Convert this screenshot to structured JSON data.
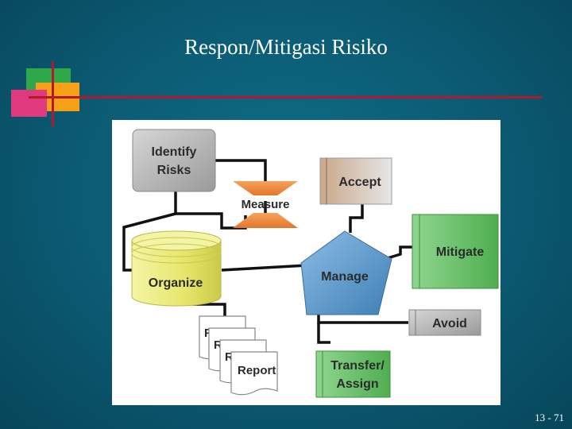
{
  "slide": {
    "title": "Respon/Mitigasi Risiko",
    "number": "13 - 71"
  },
  "diagram": {
    "identify": [
      "Identify",
      "Risks"
    ],
    "measure": "Measure",
    "organize": "Organize",
    "accept": "Accept",
    "manage": "Manage",
    "mitigate": "Mitigate",
    "avoid": "Avoid",
    "transfer": [
      "Transfer/",
      "Assign"
    ],
    "report": "Report",
    "report_back": "Report"
  },
  "colors": {
    "background": "#0b5a72",
    "gray_box": "#b9b9b9",
    "yellow_cylinder": "#eaea7a",
    "orange_funnel": "#f08a3a",
    "blue_pentagon": "#5d97c8",
    "green_box": "#6ec26e",
    "connector": "#111111",
    "accent_red": "#b5182d"
  }
}
